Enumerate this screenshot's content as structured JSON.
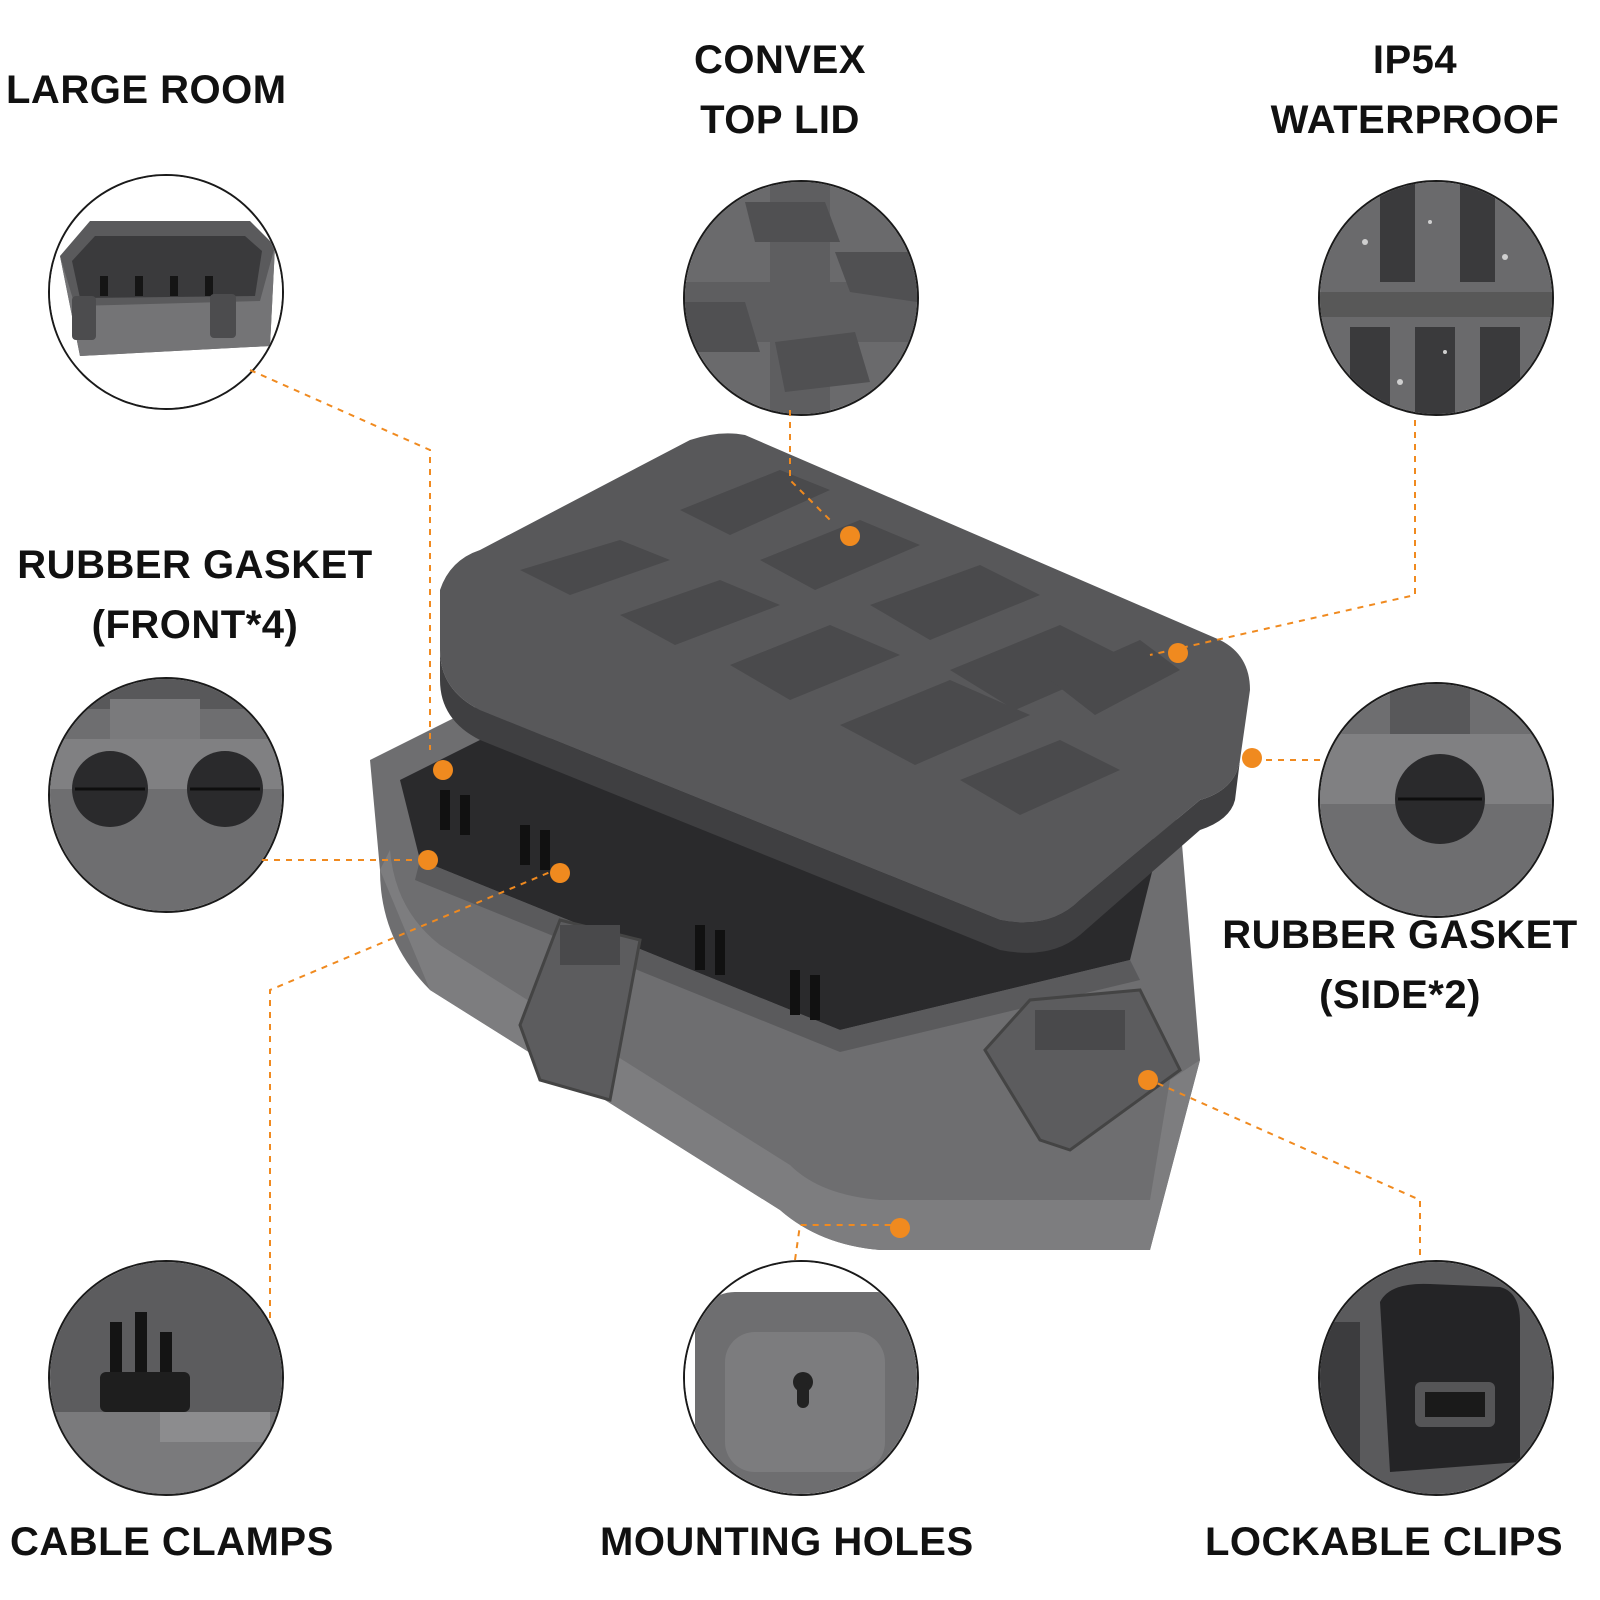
{
  "features": [
    {
      "key": "large-room",
      "lines": [
        "LARGE ROOM"
      ]
    },
    {
      "key": "convex-top-lid",
      "lines": [
        "CONVEX",
        "TOP LID"
      ]
    },
    {
      "key": "ip54-waterproof",
      "lines": [
        "IP54",
        "WATERPROOF"
      ]
    },
    {
      "key": "rubber-gasket-front",
      "lines": [
        "RUBBER GASKET",
        "(FRONT*4)"
      ]
    },
    {
      "key": "rubber-gasket-side",
      "lines": [
        "RUBBER GASKET",
        "(SIDE*2)"
      ]
    },
    {
      "key": "cable-clamps",
      "lines": [
        "CABLE CLAMPS"
      ]
    },
    {
      "key": "mounting-holes",
      "lines": [
        "MOUNTING HOLES"
      ]
    },
    {
      "key": "lockable-clips",
      "lines": [
        "LOCKABLE CLIPS"
      ]
    }
  ],
  "colors": {
    "accent": "#f08a1f",
    "box_body": "#6e6e70",
    "box_dark": "#3c3c3e",
    "clamp": "#151515",
    "text": "#111111"
  }
}
